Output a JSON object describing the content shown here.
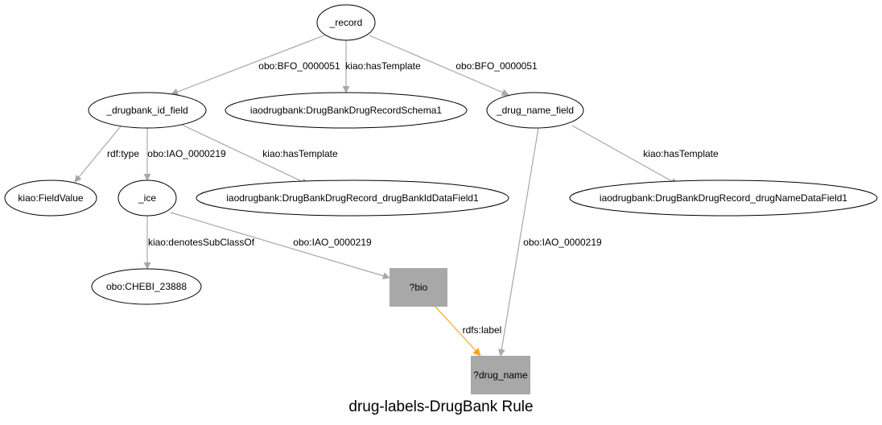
{
  "diagram": {
    "title": "drug-labels-DrugBank Rule",
    "colors": {
      "edge": "#a8a8a8",
      "highlight_edge": "#f5a623",
      "variable_fill": "#a8a8a8",
      "node_stroke": "#000000"
    },
    "nodes": [
      {
        "id": "record",
        "label": "_record",
        "kind": "resource"
      },
      {
        "id": "drugbank_id_field",
        "label": "_drugbank_id_field",
        "kind": "resource"
      },
      {
        "id": "schema1",
        "label": "iaodrugbank:DrugBankDrugRecordSchema1",
        "kind": "resource"
      },
      {
        "id": "drug_name_field",
        "label": "_drug_name_field",
        "kind": "resource"
      },
      {
        "id": "fieldvalue",
        "label": "kiao:FieldValue",
        "kind": "resource"
      },
      {
        "id": "ice",
        "label": "_ice",
        "kind": "resource"
      },
      {
        "id": "idfield1",
        "label": "iaodrugbank:DrugBankDrugRecord_drugBankIdDataField1",
        "kind": "resource"
      },
      {
        "id": "namefield1",
        "label": "iaodrugbank:DrugBankDrugRecord_drugNameDataField1",
        "kind": "resource"
      },
      {
        "id": "chebi",
        "label": "obo:CHEBI_23888",
        "kind": "resource"
      },
      {
        "id": "bio",
        "label": "?bio",
        "kind": "variable"
      },
      {
        "id": "drug_name",
        "label": "?drug_name",
        "kind": "variable"
      }
    ],
    "edges": [
      {
        "id": "e1",
        "from": "record",
        "to": "drugbank_id_field",
        "label": "obo:BFO_0000051",
        "highlight": false
      },
      {
        "id": "e2",
        "from": "record",
        "to": "schema1",
        "label": "kiao:hasTemplate",
        "highlight": false
      },
      {
        "id": "e3",
        "from": "record",
        "to": "drug_name_field",
        "label": "obo:BFO_0000051",
        "highlight": false
      },
      {
        "id": "e4",
        "from": "drugbank_id_field",
        "to": "fieldvalue",
        "label": "rdf:type",
        "highlight": false
      },
      {
        "id": "e5",
        "from": "drugbank_id_field",
        "to": "ice",
        "label": "obo:IAO_0000219",
        "highlight": false
      },
      {
        "id": "e6",
        "from": "drugbank_id_field",
        "to": "idfield1",
        "label": "kiao:hasTemplate",
        "highlight": false
      },
      {
        "id": "e7",
        "from": "drug_name_field",
        "to": "namefield1",
        "label": "kiao:hasTemplate",
        "highlight": false
      },
      {
        "id": "e8",
        "from": "drug_name_field",
        "to": "drug_name",
        "label": "obo:IAO_0000219",
        "highlight": false
      },
      {
        "id": "e9",
        "from": "ice",
        "to": "chebi",
        "label": "kiao:denotesSubClassOf",
        "highlight": false
      },
      {
        "id": "e10",
        "from": "ice",
        "to": "bio",
        "label": "obo:IAO_0000219",
        "highlight": false
      },
      {
        "id": "e11",
        "from": "bio",
        "to": "drug_name",
        "label": "rdfs:label",
        "highlight": true
      }
    ]
  }
}
